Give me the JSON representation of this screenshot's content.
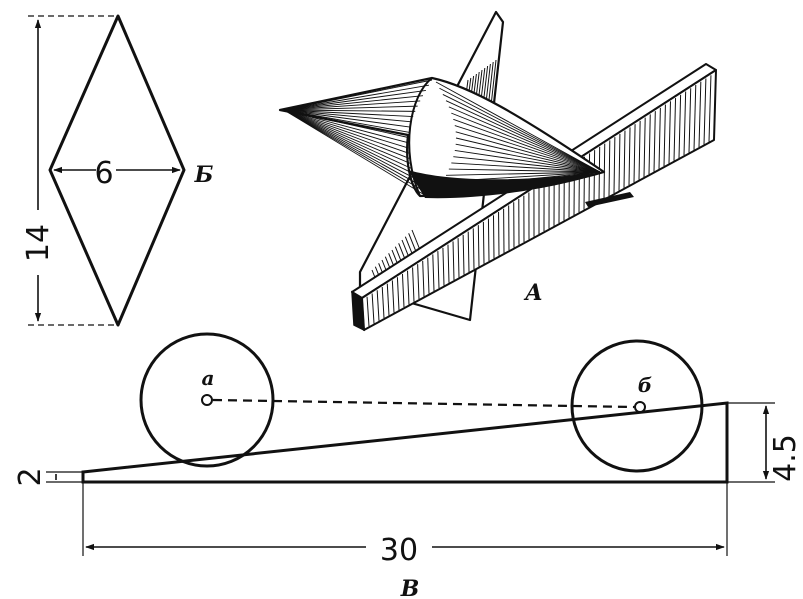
{
  "colors": {
    "ink": "#111111",
    "paper": "#ffffff"
  },
  "figure_a": {
    "label": "А"
  },
  "figure_b": {
    "label": "Б",
    "height_dim": "14",
    "width_dim": "6"
  },
  "figure_v": {
    "label": "В",
    "length_dim": "30",
    "left_height_dim": "2",
    "right_height_dim": "4.5",
    "point_a": "а",
    "point_b": "б"
  }
}
